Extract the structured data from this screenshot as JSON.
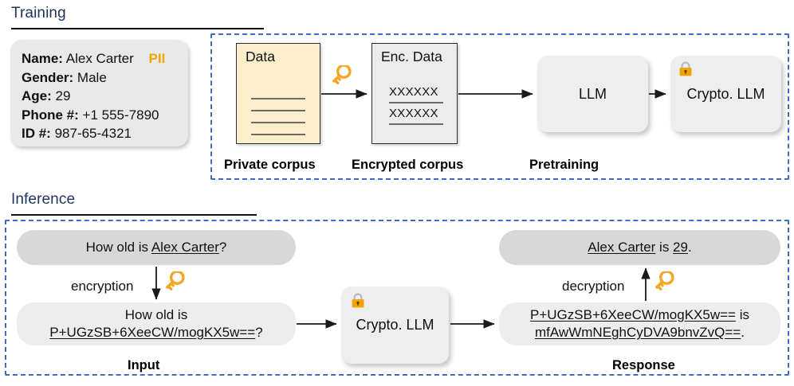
{
  "sections": {
    "training": {
      "title": "Training"
    },
    "inference": {
      "title": "Inference"
    }
  },
  "pii_card": {
    "name_label": "Name:",
    "name_value": "Alex Carter",
    "pii_tag": "PII",
    "gender_label": "Gender:",
    "gender_value": "Male",
    "age_label": "Age:",
    "age_value": "29",
    "phone_label": "Phone #:",
    "phone_value": "+1 555-7890",
    "id_label": "ID #:",
    "id_value": "987-65-4321"
  },
  "training": {
    "data_box": {
      "title": "Data"
    },
    "enc_box": {
      "title": "Enc. Data",
      "row1": "XXXXXX",
      "row2": "XXXXXX"
    },
    "llm_box": {
      "label": "LLM"
    },
    "crypto_llm_box": {
      "label": "Crypto. LLM",
      "icon": "lock-icon"
    },
    "captions": {
      "private_corpus": "Private corpus",
      "encrypted_corpus": "Encrypted corpus",
      "pretraining": "Pretraining"
    },
    "key_icon": "key-icon"
  },
  "inference": {
    "input": {
      "plain_prefix": "How old is ",
      "plain_name": "Alex Carter",
      "plain_suffix": "?",
      "encrypted_prefix": "How old is",
      "encrypted_cipher": "P+UGzSB+6XeeCW/mogKX5w==",
      "encrypted_suffix": "?",
      "arrow_label": "encryption",
      "key_icon": "key-icon",
      "caption": "Input"
    },
    "model": {
      "label": "Crypto. LLM",
      "icon": "lock-icon"
    },
    "response": {
      "plain_name": "Alex Carter",
      "plain_middle": " is ",
      "plain_value": "29",
      "plain_suffix": ".",
      "cipher_question": "P+UGzSB+6XeeCW/mogKX5w==",
      "cipher_middle": " is",
      "cipher_answer": "mfAwWmNEghCyDVA9bnvZvQ==",
      "cipher_suffix": ".",
      "arrow_label": "decryption",
      "key_icon": "key-icon",
      "caption": "Response"
    }
  },
  "colors": {
    "panel_border": "#3d6cc0",
    "heading": "#21355e",
    "pii_accent": "#f5a800",
    "doc_cream": "#fbeecb",
    "doc_grey": "#ececec",
    "bubble_dark": "#d8d8d8",
    "bubble_light": "#ededed",
    "key_orange": "#f5a623"
  }
}
